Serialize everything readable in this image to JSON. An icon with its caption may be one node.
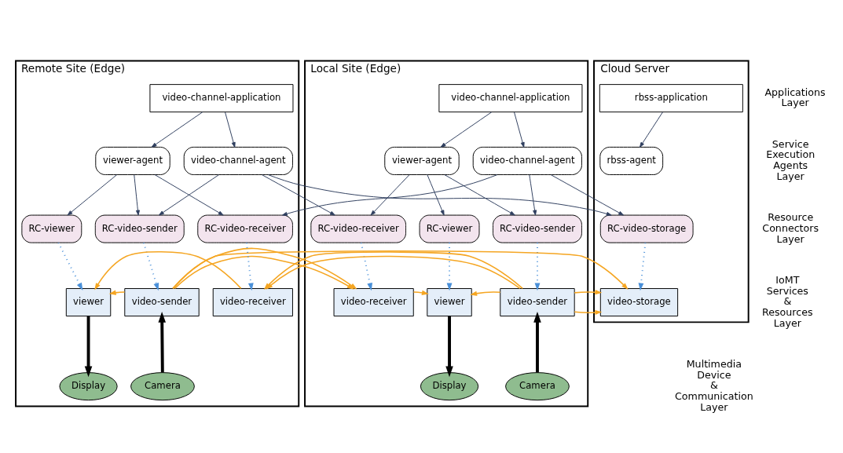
{
  "diagram": {
    "nodes": [
      {
        "text": [
          "Local Site (Edge)"
        ]
      },
      {
        "text": [
          "video-channel-application"
        ],
        "in": 0
      },
      {
        "text": [
          "video-channel-agent"
        ],
        "in": 0
      },
      {
        "text": [
          "viewer-agent"
        ],
        "in": 0
      },
      {
        "text": [
          "RC-video-sender"
        ],
        "in": 0
      },
      {
        "text": [
          "RC-viewer"
        ],
        "in": 0
      },
      {
        "text": [
          "RC-video-receiver"
        ],
        "in": 0
      },
      {
        "text": [
          "video-sender"
        ],
        "in": 0
      },
      {
        "text": [
          "viewer"
        ],
        "in": 0
      },
      {
        "text": [
          "video-receiver"
        ],
        "in": 0
      },
      {
        "text": [
          "Camera"
        ],
        "in": 0
      },
      {
        "text": [
          "Display"
        ],
        "in": 0
      },
      {
        "text": [
          "Cloud Server"
        ]
      },
      {
        "text": [
          "rbss-application"
        ],
        "in": 12
      },
      {
        "text": [
          "rbss-agent"
        ],
        "in": 12
      },
      {
        "text": [
          "RC-video-storage"
        ],
        "in": 12
      },
      {
        "text": [
          "video-storage"
        ],
        "in": 12
      },
      {
        "text": [
          "Remote Site (Edge)"
        ]
      },
      {
        "text": [
          "video-channel-application"
        ],
        "in": 17
      },
      {
        "text": [
          "viewer-agent"
        ],
        "in": 17
      },
      {
        "text": [
          "video-channel-agent"
        ],
        "in": 17
      },
      {
        "text": [
          "RC-video-sender"
        ],
        "in": 17
      },
      {
        "text": [
          "RC-viewer"
        ],
        "in": 17
      },
      {
        "text": [
          "RC-video-receiver"
        ],
        "in": 17
      },
      {
        "text": [
          "video-sender"
        ],
        "in": 17
      },
      {
        "text": [
          "viewer"
        ],
        "in": 17
      },
      {
        "text": [
          "video-receiver"
        ],
        "in": 17
      },
      {
        "text": [
          "Camera"
        ],
        "in": 17
      },
      {
        "text": [
          "Display"
        ],
        "in": 17
      }
    ],
    "edges": [
      {
        "from": 1,
        "to": 2,
        "arrow": "to"
      },
      {
        "from": 1,
        "to": 3,
        "arrow": "to"
      },
      {
        "from": 13,
        "to": 14,
        "arrow": "to"
      },
      {
        "from": 18,
        "to": 19,
        "arrow": "to"
      },
      {
        "from": 18,
        "to": 20,
        "arrow": "to"
      },
      {
        "from": 2,
        "to": 4,
        "arrow": "to"
      },
      {
        "from": 2,
        "to": 15,
        "arrow": "to"
      },
      {
        "from": 2,
        "to": 23,
        "arrow": "to"
      },
      {
        "from": 3,
        "to": 4,
        "arrow": "to"
      },
      {
        "from": 3,
        "to": 5,
        "arrow": "to"
      },
      {
        "from": 3,
        "to": 6,
        "arrow": "to"
      },
      {
        "from": 19,
        "to": 21,
        "arrow": "to"
      },
      {
        "from": 19,
        "to": 22,
        "arrow": "to"
      },
      {
        "from": 19,
        "to": 23,
        "arrow": "to"
      },
      {
        "from": 20,
        "to": 21,
        "arrow": "to"
      },
      {
        "from": 20,
        "to": 15,
        "arrow": "to"
      },
      {
        "from": 20,
        "to": 6,
        "arrow": "to"
      },
      {
        "from": 4,
        "to": 7,
        "arrow": "to",
        "style": "dashed",
        "color": "#4a90d9"
      },
      {
        "from": 5,
        "to": 8,
        "arrow": "to",
        "style": "dashed",
        "color": "#4a90d9"
      },
      {
        "from": 6,
        "to": 9,
        "arrow": "to",
        "style": "dashed",
        "color": "#4a90d9"
      },
      {
        "from": 15,
        "to": 16,
        "arrow": "to",
        "style": "dashed",
        "color": "#4a90d9"
      },
      {
        "from": 21,
        "to": 24,
        "arrow": "to",
        "style": "dashed",
        "color": "#4a90d9"
      },
      {
        "from": 22,
        "to": 25,
        "arrow": "to",
        "style": "dashed",
        "color": "#4a90d9"
      },
      {
        "from": 23,
        "to": 26,
        "arrow": "to",
        "style": "dashed",
        "color": "#4a90d9"
      },
      {
        "from": 10,
        "to": 7,
        "arrow": "to",
        "style": "thick",
        "color": "#000000"
      },
      {
        "from": 8,
        "to": 11,
        "arrow": "to",
        "style": "thick",
        "color": "#000000"
      },
      {
        "from": 27,
        "to": 24,
        "arrow": "to",
        "style": "thick",
        "color": "#000000"
      },
      {
        "from": 25,
        "to": 28,
        "arrow": "to",
        "style": "thick",
        "color": "#000000"
      },
      {
        "from": 7,
        "to": 8,
        "arrow": "to",
        "color": "#f5a623"
      },
      {
        "from": 9,
        "to": 8,
        "arrow": "to",
        "color": "#f5a623"
      },
      {
        "from": 7,
        "to": 16,
        "arrow": "to",
        "color": "#f5a623"
      },
      {
        "from": 7,
        "to": 26,
        "arrow": "to",
        "color": "#f5a623"
      },
      {
        "from": 24,
        "to": 9,
        "arrow": "to",
        "color": "#f5a623"
      },
      {
        "from": 24,
        "to": 16,
        "arrow": "to",
        "color": "#f5a623"
      },
      {
        "from": 24,
        "to": 25,
        "arrow": "to",
        "color": "#f5a623"
      },
      {
        "from": 26,
        "to": 25,
        "arrow": "to",
        "color": "#f5a623"
      }
    ],
    "labels": [
      "Applications Layer",
      "Service Execution Agents Layer",
      "Resource Connectors Layer",
      "IoMT Services & Resources Layer",
      "Multimedia Device & Communication Layer"
    ]
  }
}
